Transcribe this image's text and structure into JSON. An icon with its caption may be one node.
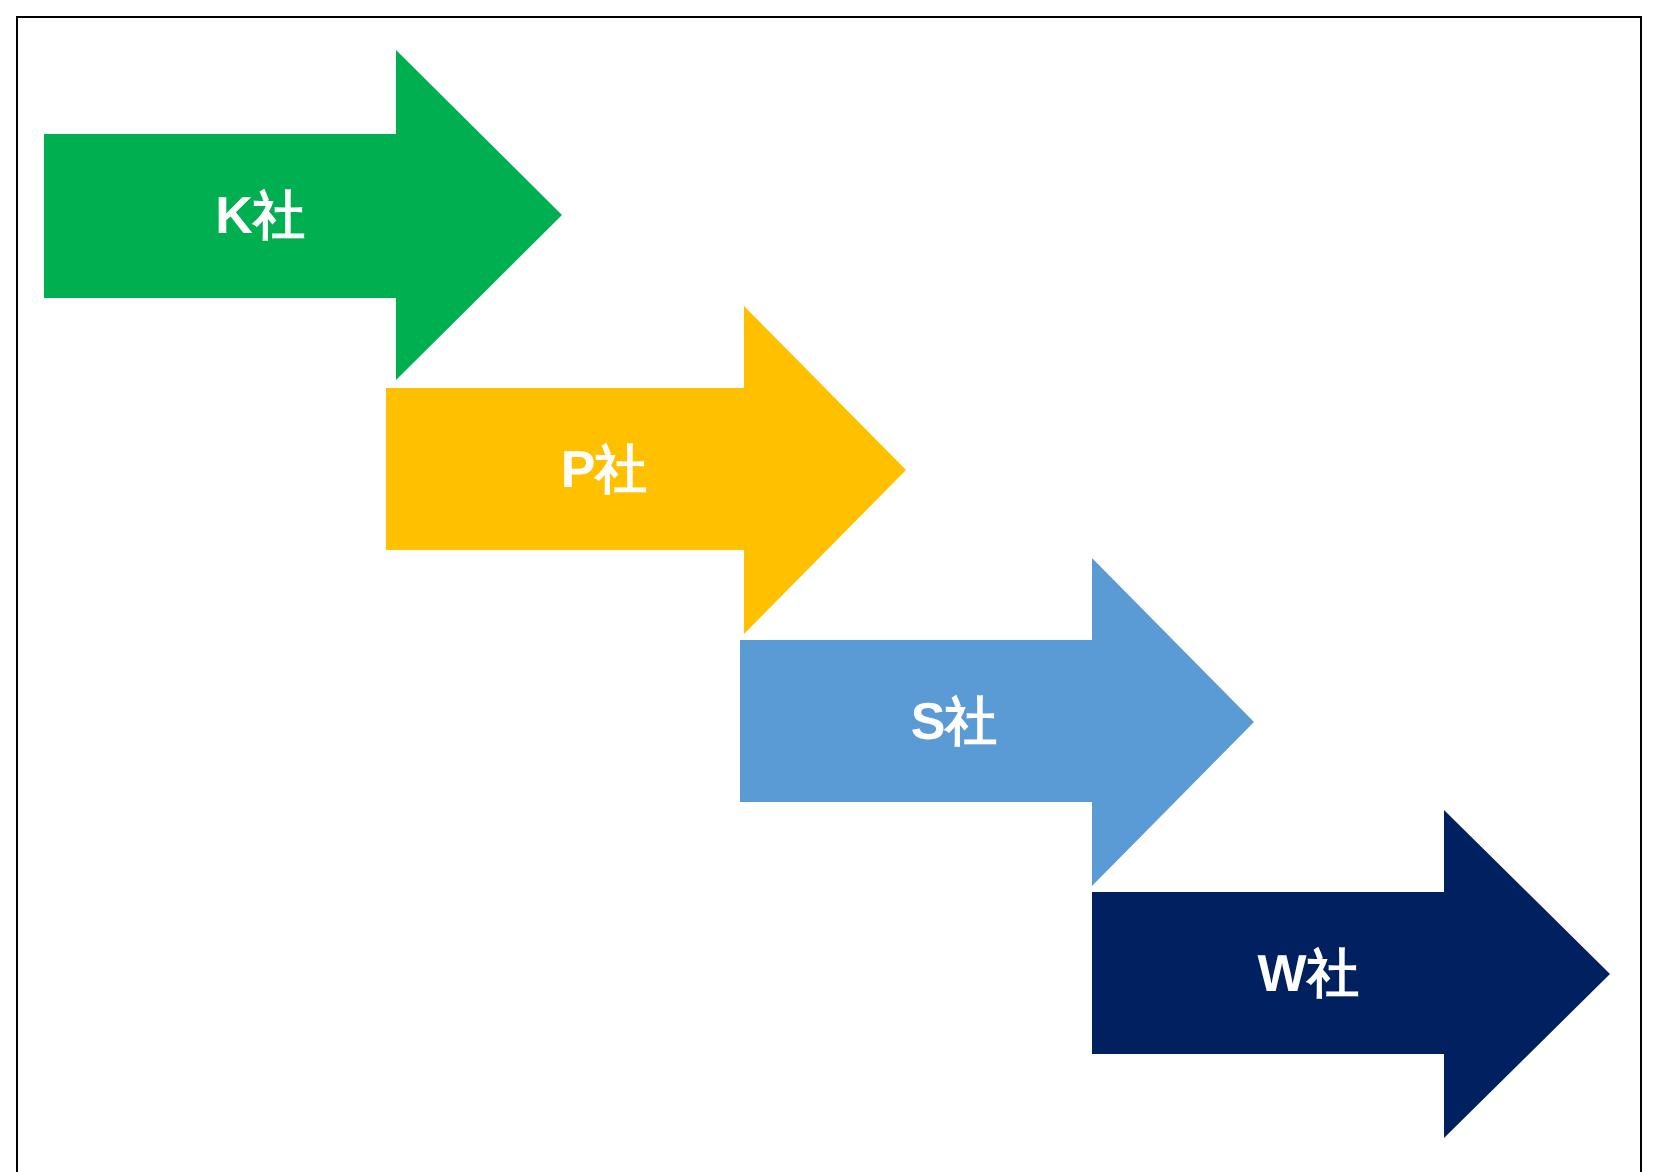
{
  "diagram": {
    "nodes": [
      {
        "text": [
          "K社"
        ]
      },
      {
        "text": [
          "P社"
        ]
      },
      {
        "text": [
          "S社"
        ]
      },
      {
        "text": [
          "W社"
        ]
      }
    ]
  }
}
